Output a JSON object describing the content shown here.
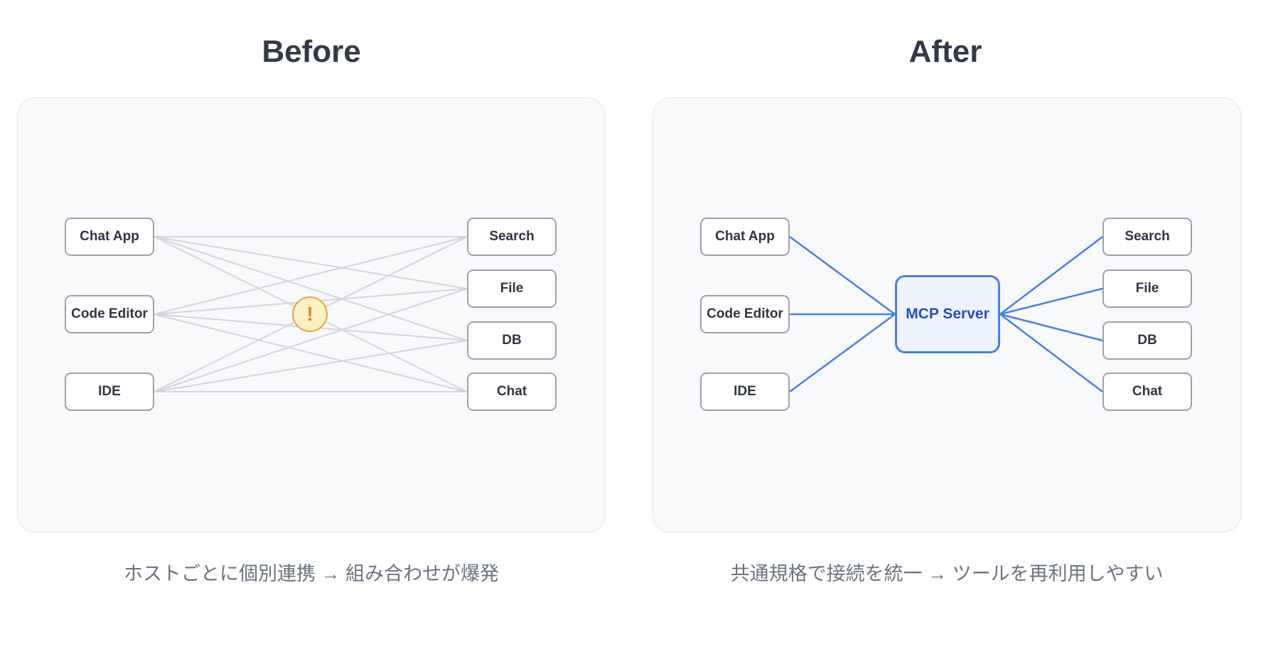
{
  "before": {
    "title": "Before",
    "hosts": [
      "Chat App",
      "Code Editor",
      "IDE"
    ],
    "tools": [
      "Search",
      "File",
      "DB",
      "Chat"
    ],
    "warning_glyph": "!",
    "caption": "ホストごとに個別連携 → 組み合わせが爆発"
  },
  "after": {
    "title": "After",
    "hosts": [
      "Chat App",
      "Code Editor",
      "IDE"
    ],
    "hub": "MCP Server",
    "tools": [
      "Search",
      "File",
      "DB",
      "Chat"
    ],
    "caption": "共通規格で接続を統一 → ツールを再利用しやすい"
  },
  "colors": {
    "mesh_line": "#d3d5da",
    "hub_line": "#4a7fe0",
    "warning_fill": "#fdf0c4",
    "warning_stroke": "#e8a33a"
  }
}
